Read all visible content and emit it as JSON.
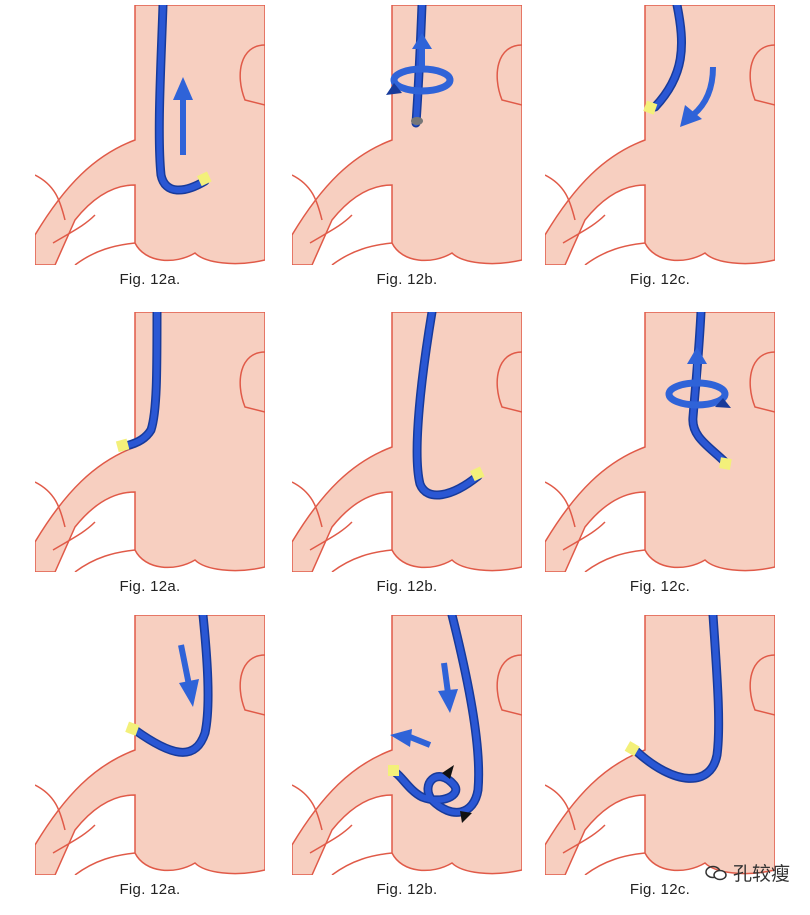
{
  "rows": [
    [
      "Fig. 12a.",
      "Fig. 12b.",
      "Fig. 12c."
    ],
    [
      "Fig. 12a.",
      "Fig. 12b.",
      "Fig. 12c."
    ],
    [
      "Fig. 12a.",
      "Fig. 12b.",
      "Fig. 12c."
    ]
  ],
  "watermark": "孔较瘦",
  "colors": {
    "tissue_fill": "#f7cfc0",
    "outline": "#e05a48",
    "scope": "#2a57d4",
    "scope_edge": "#173a9a",
    "tip": "#f3f07a",
    "arrow": "#2f63d8"
  }
}
